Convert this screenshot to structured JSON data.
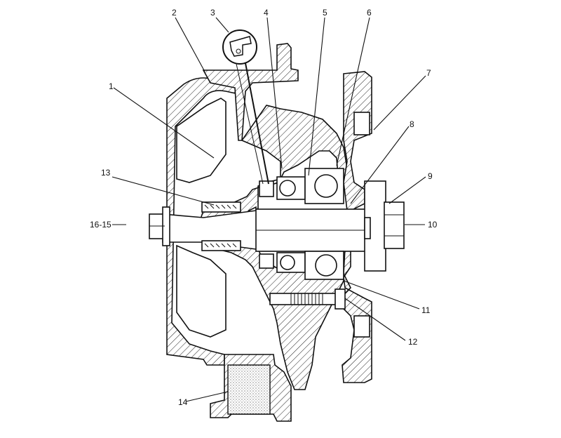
{
  "labels": {
    "l1": "1",
    "l2": "2",
    "l3": "3",
    "l4": "4",
    "l5": "5",
    "l6": "6",
    "l7": "7",
    "l8": "8",
    "l9": "9",
    "l10": "10",
    "l11": "11",
    "l12": "12",
    "l13": "13",
    "l14": "14",
    "l1615": "16-15"
  }
}
